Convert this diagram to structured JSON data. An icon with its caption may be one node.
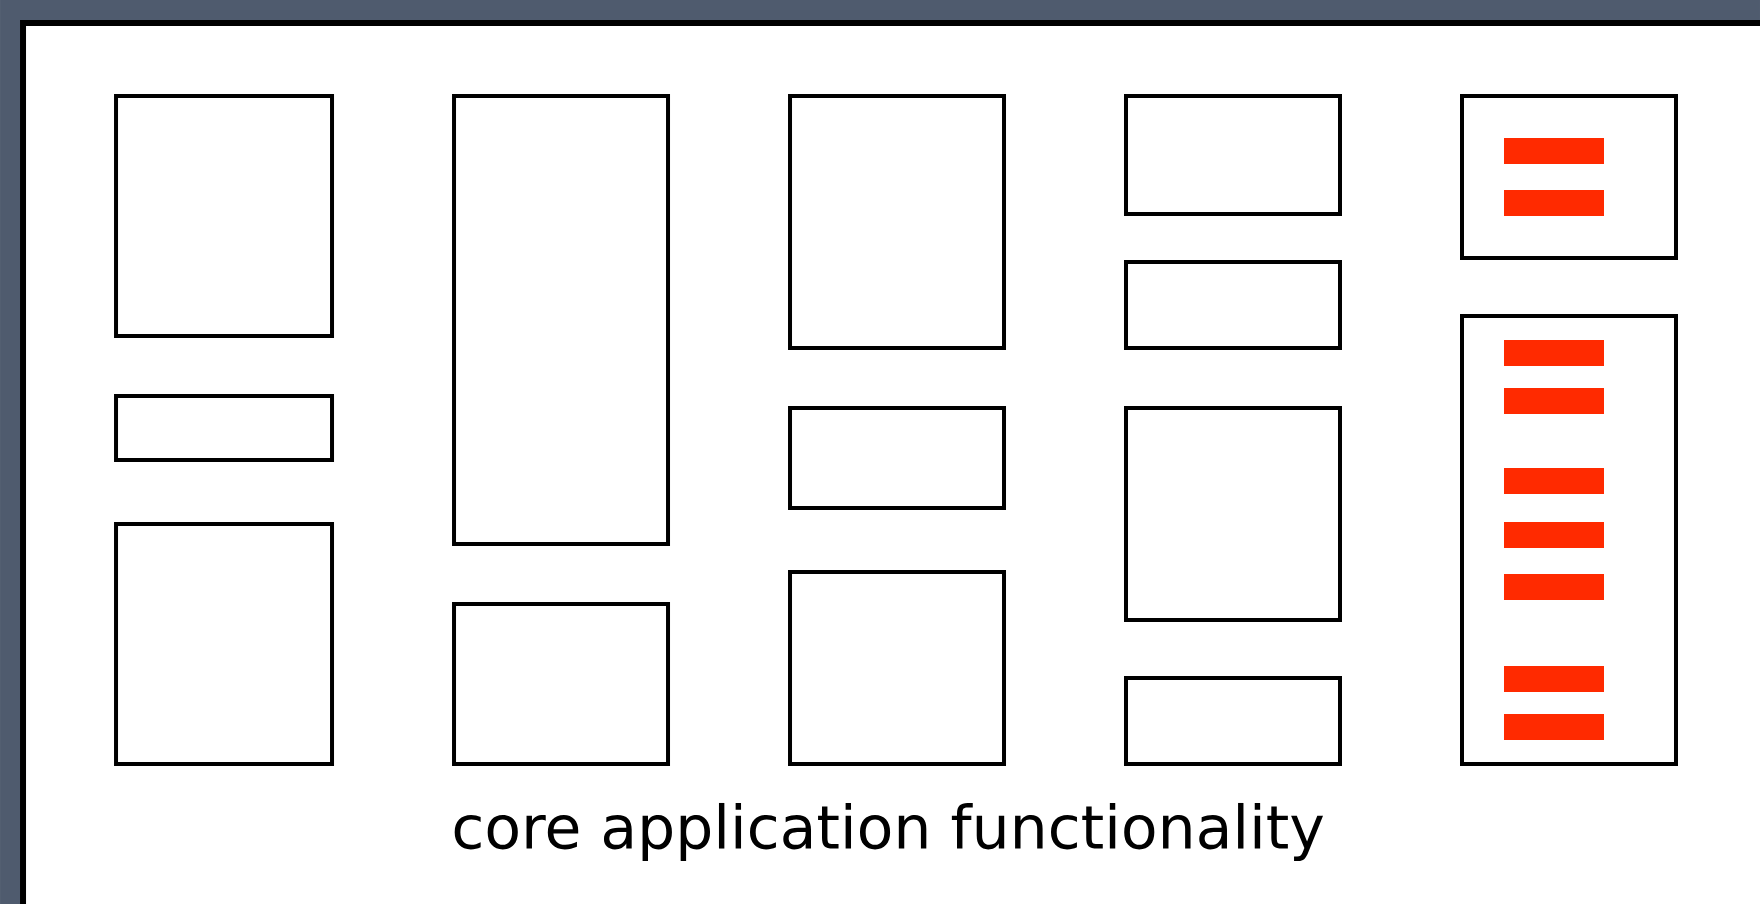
{
  "diagram": {
    "caption": "core application functionality",
    "nodes": [
      {
        "text": [],
        "shape": "box"
      },
      {
        "text": [],
        "shape": "box"
      },
      {
        "text": [],
        "shape": "box"
      },
      {
        "text": [],
        "shape": "box"
      },
      {
        "text": [],
        "shape": "box"
      },
      {
        "text": [],
        "shape": "box"
      },
      {
        "text": [],
        "shape": "box"
      },
      {
        "text": [],
        "shape": "box"
      },
      {
        "text": [],
        "shape": "box"
      },
      {
        "text": [],
        "shape": "box"
      },
      {
        "text": [],
        "shape": "box"
      },
      {
        "text": [],
        "shape": "box"
      },
      {
        "text": [],
        "shape": "box"
      },
      {
        "text": [],
        "shape": "bar",
        "in": 12
      },
      {
        "text": [],
        "shape": "bar",
        "in": 12
      },
      {
        "text": [],
        "shape": "box"
      },
      {
        "text": [],
        "shape": "bar",
        "in": 15
      },
      {
        "text": [],
        "shape": "bar",
        "in": 15
      },
      {
        "text": [],
        "shape": "bar",
        "in": 15
      },
      {
        "text": [],
        "shape": "bar",
        "in": 15
      },
      {
        "text": [],
        "shape": "bar",
        "in": 15
      },
      {
        "text": [],
        "shape": "bar",
        "in": 15
      },
      {
        "text": [],
        "shape": "bar",
        "in": 15
      }
    ]
  }
}
